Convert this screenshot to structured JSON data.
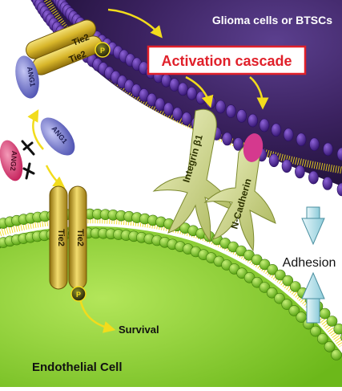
{
  "glioma_label": "Glioma cells or BTSCs",
  "activation_label": "Activation cascade",
  "tie2_labels": [
    "Tie2",
    "Tie2"
  ],
  "endo_tie2_labels": [
    "Tie2",
    "Tie2"
  ],
  "phospho_label": "P",
  "ang1_label": "ANG1",
  "ang2_label": "ANG2",
  "integrin_label": "Integrin β1",
  "ncadherin_label": "N-Cadherin",
  "adhesion_label": "Adhesion",
  "survival_label": "Survival",
  "endothelial_label": "Endothelial Cell",
  "colors": {
    "glioma_fill": "#3b2260",
    "glioma_bead": "#5a2fa0",
    "endo_fill": "#7cc520",
    "endo_bead": "#8ed43a",
    "tie2": "#d9b82a",
    "ang1": "#6a6ec8",
    "ang2": "#e0356f",
    "integrin": "#d9e49a",
    "ncadherin_head": "#d5398e",
    "activation_border": "#e0202a",
    "adhesion_arrow": "#a9dbe6"
  }
}
